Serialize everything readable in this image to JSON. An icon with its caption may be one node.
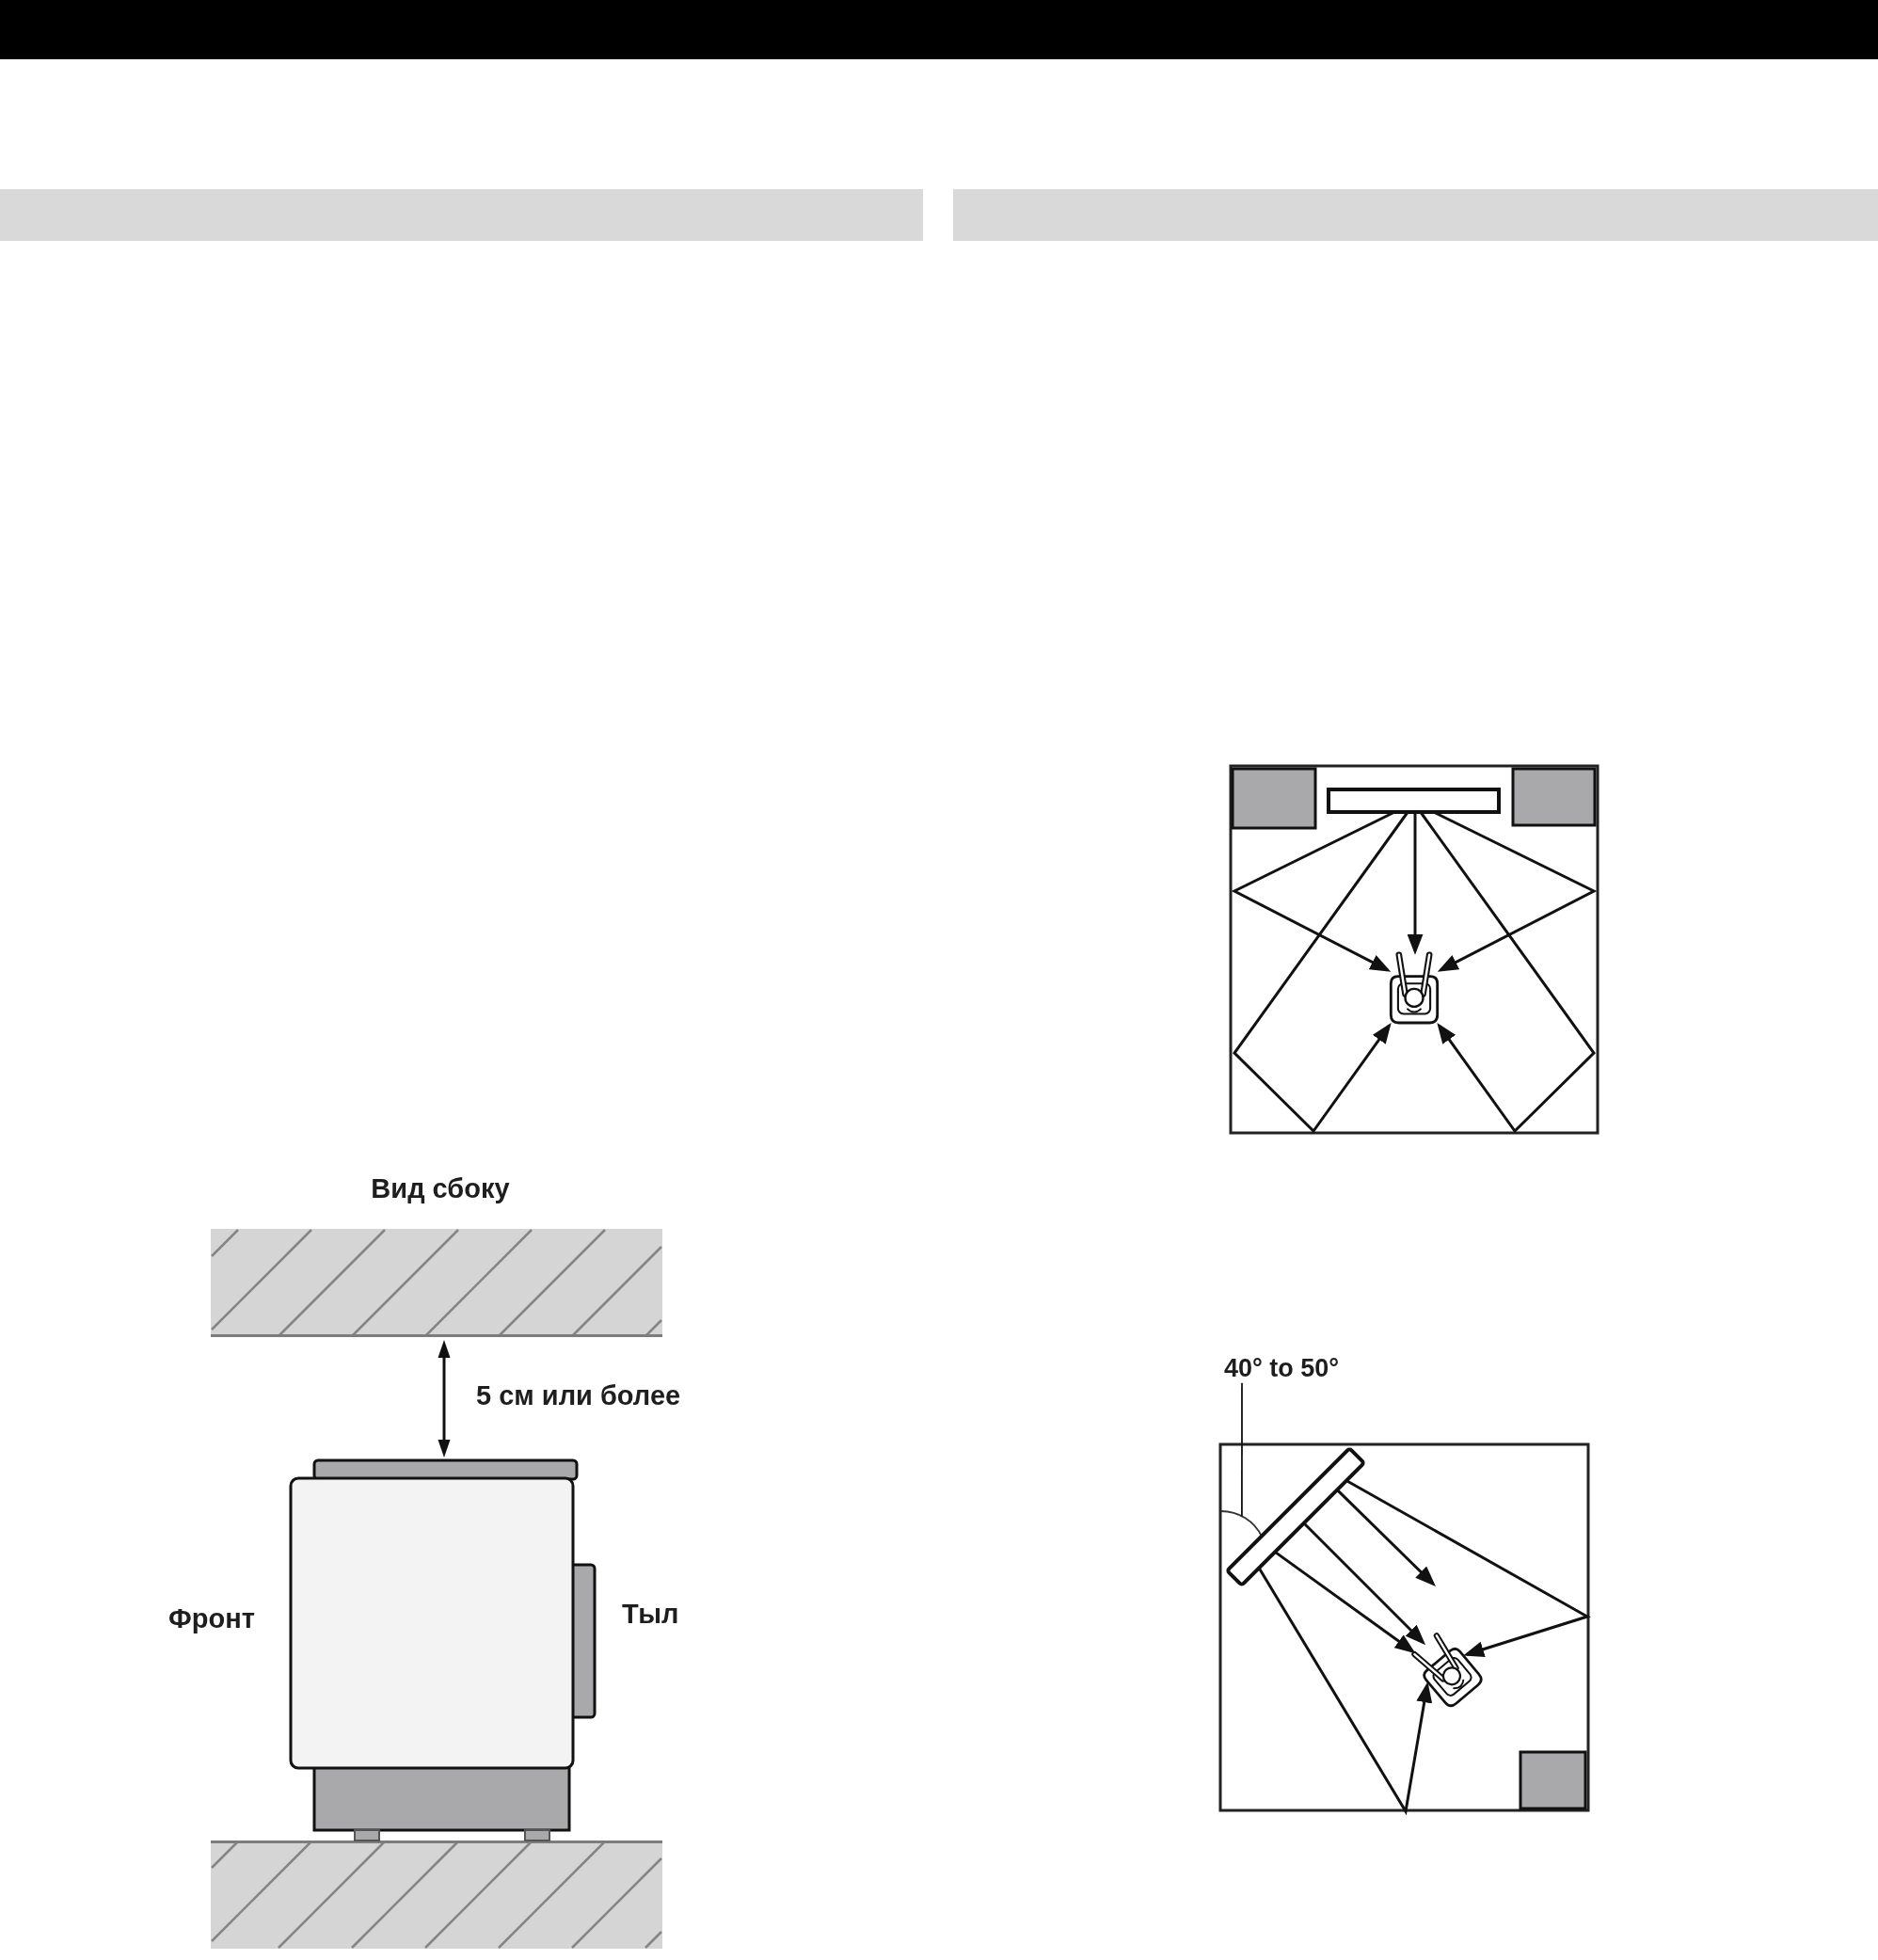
{
  "diagram": {
    "nodes": [
      {
        "text": [],
        "shape": "bar"
      },
      {
        "text": [],
        "shape": "bar"
      },
      {
        "text": [],
        "shape": "bar"
      },
      {
        "text": [],
        "shape": "box"
      },
      {
        "text": [],
        "shape": "bar"
      },
      {
        "text": [],
        "shape": "box"
      },
      {
        "text": [],
        "shape": "person"
      },
      {
        "text": [
          "40° to 50°"
        ]
      },
      {
        "text": [],
        "shape": "arc"
      },
      {
        "text": [],
        "shape": "bar"
      },
      {
        "text": [],
        "shape": "person"
      },
      {
        "text": [],
        "shape": "box"
      }
    ],
    "edges": [
      {
        "from": 4,
        "to": 6,
        "arrow": "to"
      },
      {
        "from": 4,
        "to": 6,
        "arrow": "to"
      },
      {
        "from": 4,
        "to": 6,
        "arrow": "to"
      },
      {
        "from": 4,
        "to": 6,
        "arrow": "to"
      },
      {
        "from": 4,
        "to": 6,
        "arrow": "to"
      },
      {
        "from": 7,
        "to": 8,
        "arrow": "none"
      },
      {
        "from": 9,
        "to": 10,
        "arrow": "to"
      },
      {
        "from": 9,
        "to": 10,
        "arrow": "to"
      },
      {
        "from": 9,
        "to": null,
        "arrow": "to"
      },
      {
        "from": 9,
        "to": 10,
        "arrow": "to"
      },
      {
        "from": 9,
        "to": 10,
        "arrow": "to"
      }
    ],
    "labels": [
      "Вид сбоку",
      "5 см или более",
      "Фронт",
      "Тыл"
    ]
  }
}
